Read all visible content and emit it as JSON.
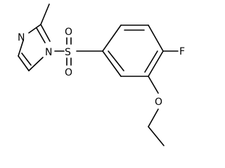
{
  "molecule": {
    "atoms": {
      "n_top": "N",
      "n_ring": "N",
      "sulfur": "S",
      "oxygen_top": "O",
      "oxygen_bottom": "O",
      "fluorine": "F",
      "oxygen_ether": "O"
    }
  }
}
